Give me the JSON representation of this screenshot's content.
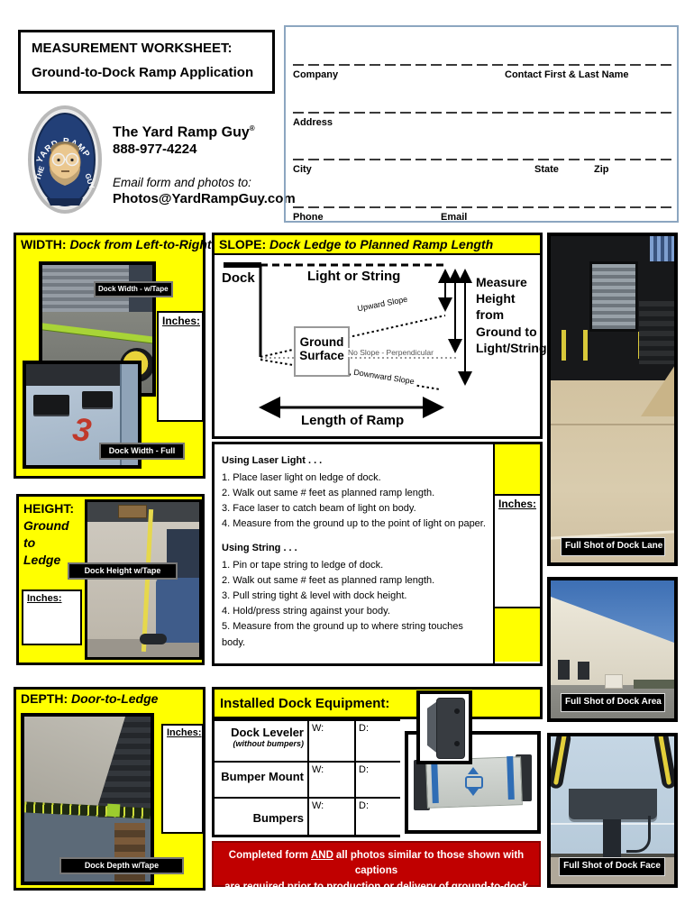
{
  "page": {
    "title_line1": "MEASUREMENT WORKSHEET:",
    "title_line2": "Ground-to-Dock Ramp Application"
  },
  "brand": {
    "name": "The Yard Ramp Guy",
    "reg_mark": "®",
    "phone": "888-977-4224",
    "email_instruction": "Email form and photos to:",
    "email": "Photos@YardRampGuy.com",
    "logo_arc": "YARD RAMP",
    "logo_left": "THE",
    "logo_right": "GUY"
  },
  "contact_form": {
    "company": "Company",
    "contact": "Contact First & Last Name",
    "address": "Address",
    "city": "City",
    "state": "State",
    "zip": "Zip",
    "phone": "Phone",
    "email": "Email"
  },
  "width_section": {
    "title_prefix": "WIDTH:",
    "title": "Dock from Left-to-Right",
    "caption_tape": "Dock Width - w/Tape",
    "caption_full": "Dock Width - Full",
    "inches_label": "Inches:",
    "photo_number": "3"
  },
  "slope_section": {
    "title_prefix": "SLOPE:",
    "title": "Dock Ledge to Planned Ramp Length",
    "diagram": {
      "dock_label": "Dock",
      "light_or_string": "Light or String",
      "upward_slope": "Upward Slope",
      "no_slope": "No Slope - Perpendicular",
      "downward_slope": "Downward Slope",
      "ground_surface": "Ground Surface",
      "measure_note": "Measure Height from Ground to Light/String",
      "length_of_ramp": "Length of Ramp"
    },
    "laser_heading": "Using Laser Light . . .",
    "laser_steps": [
      "1. Place laser light on ledge of dock.",
      "2. Walk out same # feet as planned ramp length.",
      "3. Face laser to catch beam of light on body.",
      "4. Measure from the ground up to the point of light on paper."
    ],
    "string_heading": "Using String . . .",
    "string_steps": [
      "1. Pin or tape string to ledge of dock.",
      "2. Walk out same # feet as planned ramp length.",
      "3. Pull string tight & level with dock height.",
      "4. Hold/press string against your body.",
      "5. Measure from the ground up to where string touches body."
    ],
    "inches_label": "Inches:"
  },
  "height_section": {
    "title_prefix": "HEIGHT:",
    "line1": "Ground",
    "line2": "to",
    "line3": "Ledge",
    "inches_label": "Inches:",
    "caption": "Dock Height w/Tape"
  },
  "depth_section": {
    "title_prefix": "DEPTH:",
    "title": "Door-to-Ledge",
    "inches_label": "Inches:",
    "caption": "Dock Depth w/Tape"
  },
  "equipment_section": {
    "title": "Installed Dock Equipment:",
    "rows": [
      {
        "label": "Dock Leveler",
        "sublabel": "(without bumpers)",
        "w": "W:",
        "d": "D:"
      },
      {
        "label": "Bumper Mount",
        "sublabel": "",
        "w": "W:",
        "d": "D:"
      },
      {
        "label": "Bumpers",
        "sublabel": "",
        "w": "W:",
        "d": "D:"
      }
    ]
  },
  "warning": {
    "line1_pre": "Completed form",
    "line1_and": "AND",
    "line1_post": "all photos similar to those shown with captions",
    "line2": "are required prior to production or delivery of ground-to-dock ramp."
  },
  "photos": {
    "lane_caption": "Full Shot of Dock Lane",
    "area_caption": "Full Shot of Dock Area",
    "face_caption": "Full Shot of Dock Face"
  },
  "colors": {
    "section_yellow": "#FFFF00",
    "warning_red": "#C00000",
    "caption_black": "#000000",
    "form_border_blue": "#8CA6C0"
  }
}
